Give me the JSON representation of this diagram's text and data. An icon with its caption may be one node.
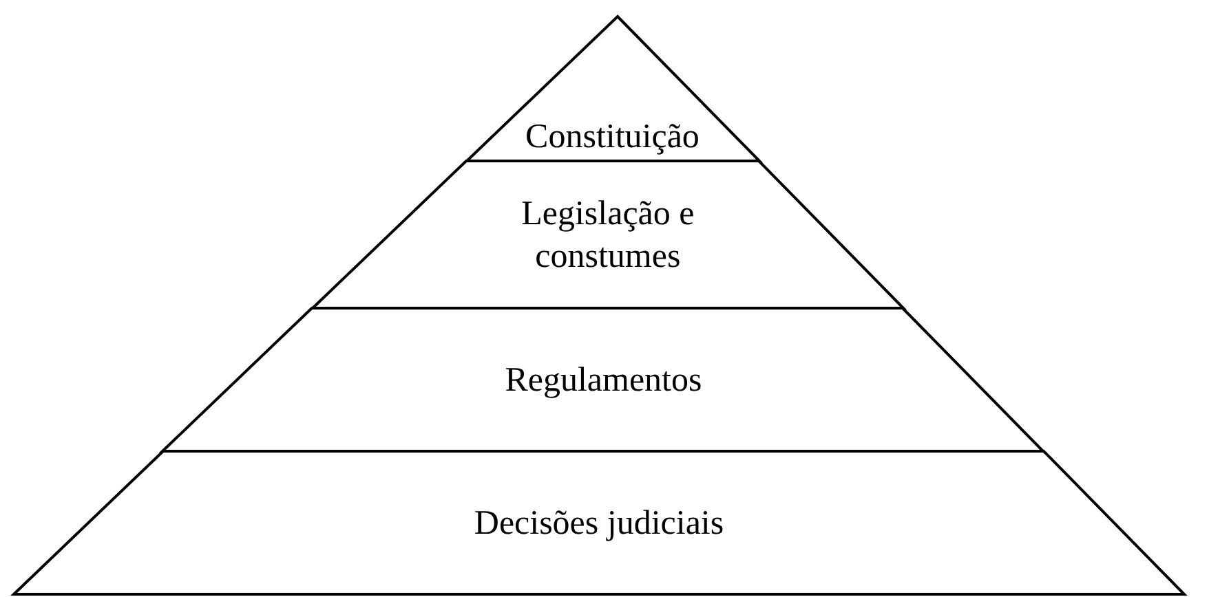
{
  "diagram": {
    "nodes": [
      {
        "text": [
          "Constituição"
        ]
      },
      {
        "text": [
          "Legislação e constumes"
        ]
      },
      {
        "text": [
          "Regulamentos"
        ]
      },
      {
        "text": [
          "Decisões judiciais"
        ]
      }
    ]
  }
}
